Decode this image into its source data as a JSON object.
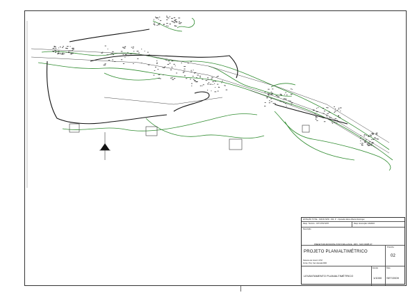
{
  "title_block": {
    "header": "ESTAÇÃO TOTAL - NIKON NPR - 332, 3\" - Operador Edvo Alberto Reininger",
    "field_left": "Resp. Técnico - CFT 2762 6278",
    "field_right": "Resp. Execução: ADIANO",
    "field_label": "Descrição",
    "organization": "PREFEITURA MUNICIPAL PONTA BALLANCE - MPO - N.RO 00085 OT",
    "project_title": "PROJETO PLANIALTIMÉTRICO",
    "sheet_label": "Prancha",
    "sheet_number": "02",
    "note_line1": "Sistema de Coord. UTM",
    "note_line2": "Fonte: Proj. Sem Escala DDD",
    "drawing_name": "LEVANTAMENTO PLANIALTIMÉTRICO",
    "scale_label": "Escala",
    "scale_value": "1/1000",
    "date_label": "Data",
    "date_value": "SET/2009"
  },
  "colors": {
    "contour": "#2e8b2e",
    "outline": "#111111",
    "border": "#333333"
  },
  "icons": {
    "north_arrow": "north-arrow-icon"
  }
}
